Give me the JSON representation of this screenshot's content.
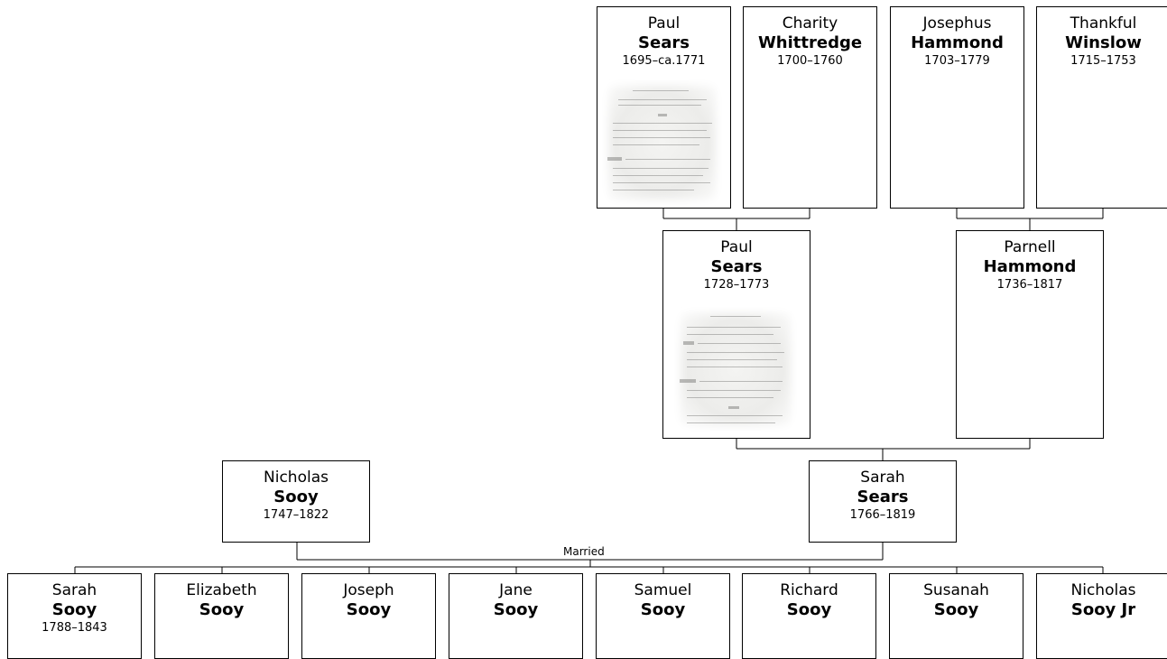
{
  "people": {
    "gg_paul_sears": {
      "given": "Paul",
      "surname": "Sears",
      "dates": "1695–ca.1771"
    },
    "gg_charity_whittredge": {
      "given": "Charity",
      "surname": "Whittredge",
      "dates": "1700–1760"
    },
    "gg_josephus_hammond": {
      "given": "Josephus",
      "surname": "Hammond",
      "dates": "1703–1779"
    },
    "gg_thankful_winslow": {
      "given": "Thankful",
      "surname": "Winslow",
      "dates": "1715–1753"
    },
    "g_paul_sears": {
      "given": "Paul",
      "surname": "Sears",
      "dates": "1728–1773"
    },
    "g_parnell_hammond": {
      "given": "Parnell",
      "surname": "Hammond",
      "dates": "1736–1817"
    },
    "p_nicholas_sooy": {
      "given": "Nicholas",
      "surname": "Sooy",
      "dates": "1747–1822"
    },
    "p_sarah_sears": {
      "given": "Sarah",
      "surname": "Sears",
      "dates": "1766–1819"
    },
    "c_sarah_sooy": {
      "given": "Sarah",
      "surname": "Sooy",
      "dates": "1788–1843"
    },
    "c_elizabeth_sooy": {
      "given": "Elizabeth",
      "surname": "Sooy",
      "dates": ""
    },
    "c_joseph_sooy": {
      "given": "Joseph",
      "surname": "Sooy",
      "dates": ""
    },
    "c_jane_sooy": {
      "given": "Jane",
      "surname": "Sooy",
      "dates": ""
    },
    "c_samuel_sooy": {
      "given": "Samuel",
      "surname": "Sooy",
      "dates": ""
    },
    "c_richard_sooy": {
      "given": "Richard",
      "surname": "Sooy",
      "dates": ""
    },
    "c_susanah_sooy": {
      "given": "Susanah",
      "surname": "Sooy",
      "dates": ""
    },
    "c_nicholas_sooy_jr": {
      "given": "Nicholas",
      "surname": "Sooy Jr",
      "dates": ""
    }
  },
  "marriage_label": "Married"
}
